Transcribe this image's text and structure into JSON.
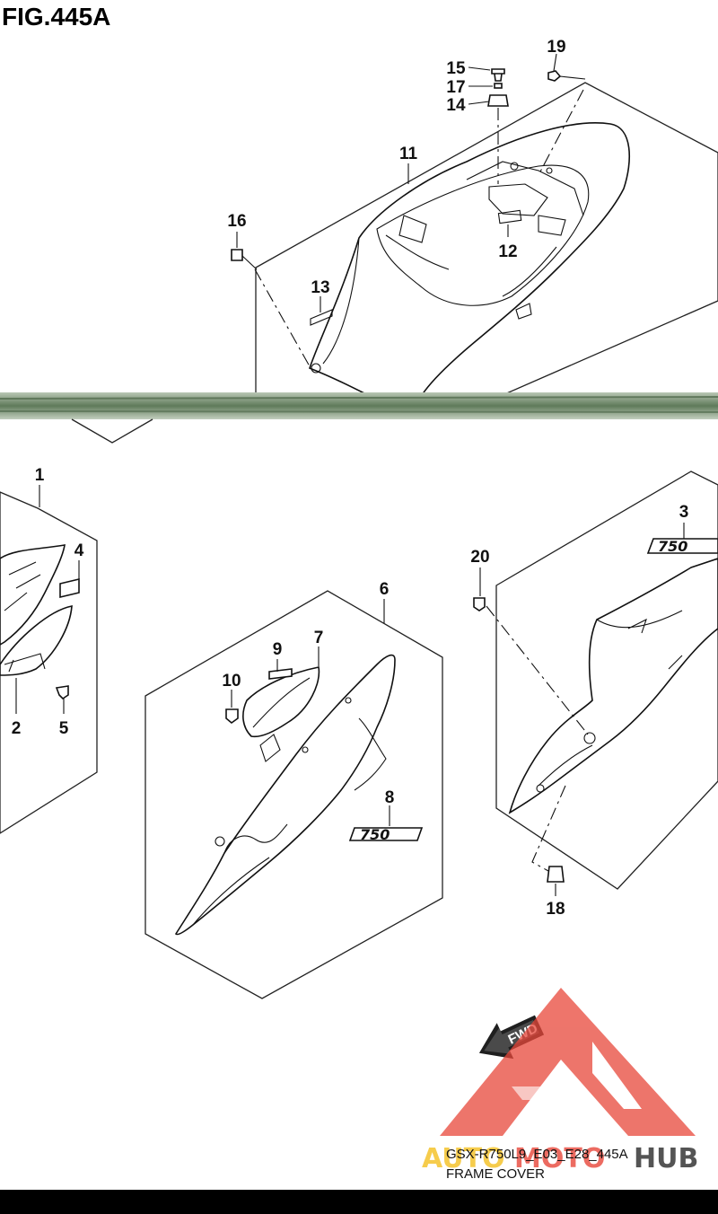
{
  "figure": {
    "title": "FIG.445A",
    "model_code": "GSX-R750L9_E03_E28_445A",
    "section_name": "FRAME COVER"
  },
  "parts": [
    {
      "id": "1"
    },
    {
      "id": "2"
    },
    {
      "id": "3"
    },
    {
      "id": "4"
    },
    {
      "id": "5"
    },
    {
      "id": "6"
    },
    {
      "id": "7"
    },
    {
      "id": "8"
    },
    {
      "id": "9"
    },
    {
      "id": "10"
    },
    {
      "id": "11"
    },
    {
      "id": "12"
    },
    {
      "id": "13"
    },
    {
      "id": "14"
    },
    {
      "id": "15"
    },
    {
      "id": "16"
    },
    {
      "id": "17"
    },
    {
      "id": "18"
    },
    {
      "id": "19"
    },
    {
      "id": "20"
    }
  ],
  "decals": {
    "emblem_text": "750"
  },
  "direction_arrow": {
    "label": "FWD"
  },
  "watermark": {
    "text_part1": "AUTO",
    "text_part2": "MOTO",
    "text_part3": "HUB",
    "color_red": "#e8473a",
    "color_yellow": "#f4c020",
    "color_dark": "#2a2a2a"
  },
  "divider": {
    "color": "#6f8a6a"
  }
}
